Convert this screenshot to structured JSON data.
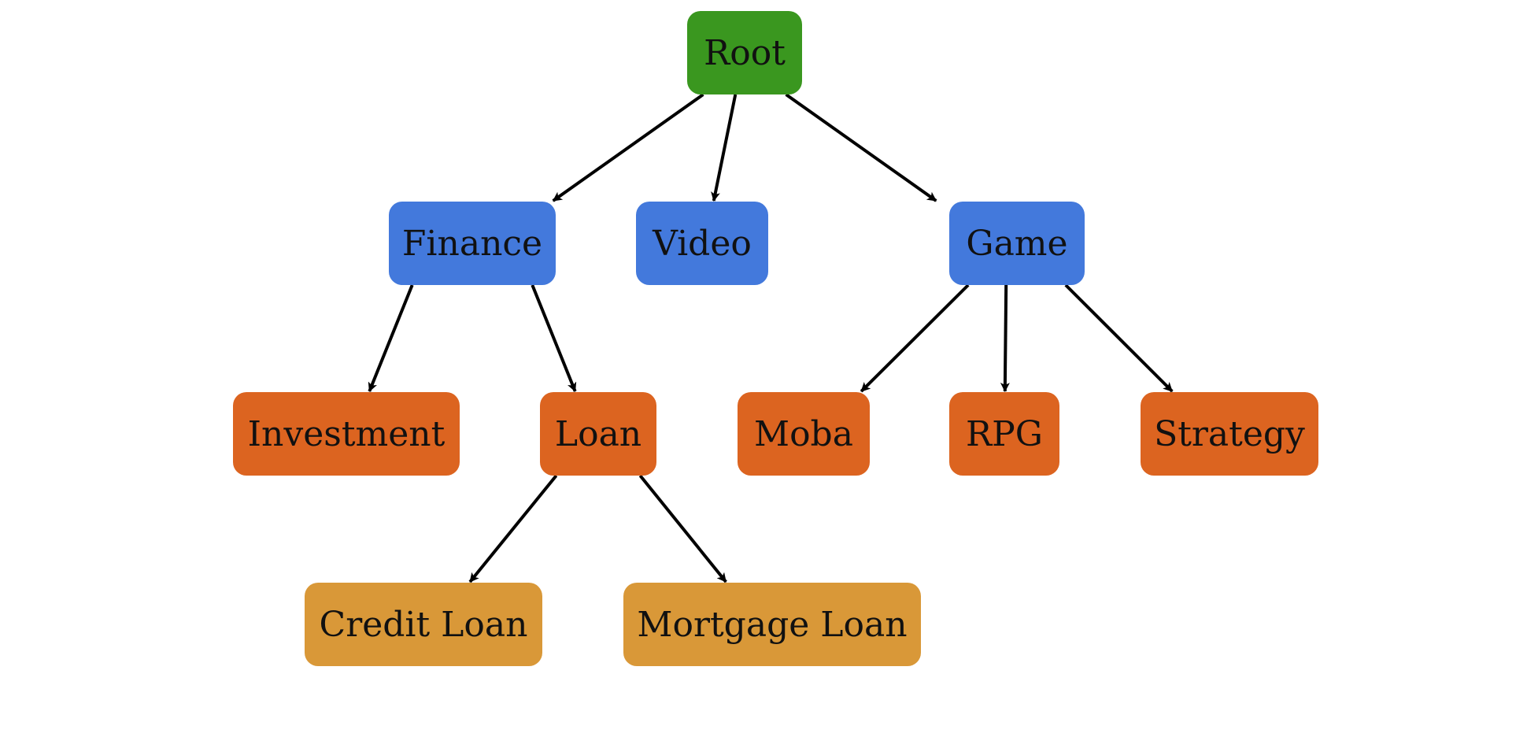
{
  "diagram": {
    "type": "tree",
    "colors": {
      "root": "#3a971f",
      "category": "#4379dc",
      "subcategory": "#dc6420",
      "leaf": "#d99838",
      "edge": "#000000"
    },
    "nodes": {
      "root": "Root",
      "finance": "Finance",
      "video": "Video",
      "game": "Game",
      "investment": "Investment",
      "loan": "Loan",
      "moba": "Moba",
      "rpg": "RPG",
      "strategy": "Strategy",
      "credit_loan": "Credit Loan",
      "mortgage_loan": "Mortgage Loan"
    },
    "edges": [
      {
        "from": "root",
        "to": "finance"
      },
      {
        "from": "root",
        "to": "video"
      },
      {
        "from": "root",
        "to": "game"
      },
      {
        "from": "finance",
        "to": "investment"
      },
      {
        "from": "finance",
        "to": "loan"
      },
      {
        "from": "game",
        "to": "moba"
      },
      {
        "from": "game",
        "to": "rpg"
      },
      {
        "from": "game",
        "to": "strategy"
      },
      {
        "from": "loan",
        "to": "credit_loan"
      },
      {
        "from": "loan",
        "to": "mortgage_loan"
      }
    ]
  }
}
